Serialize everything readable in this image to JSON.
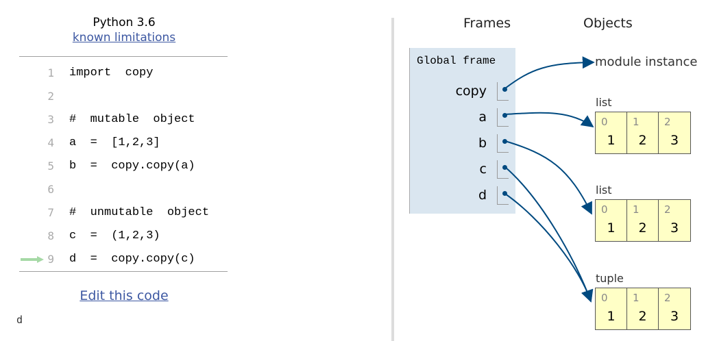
{
  "header": {
    "language": "Python 3.6",
    "limitations_link": "known limitations"
  },
  "code": {
    "lines": [
      {
        "num": "1",
        "text": "import  copy"
      },
      {
        "num": "2",
        "text": ""
      },
      {
        "num": "3",
        "text": "#  mutable  object"
      },
      {
        "num": "4",
        "text": "a  =  [1,2,3]"
      },
      {
        "num": "5",
        "text": "b  =  copy.copy(a)"
      },
      {
        "num": "6",
        "text": ""
      },
      {
        "num": "7",
        "text": "#  unmutable  object"
      },
      {
        "num": "8",
        "text": "c  =  (1,2,3)"
      },
      {
        "num": "9",
        "text": "d  =  copy.copy(c)"
      }
    ],
    "current_line": 9
  },
  "edit_link": "Edit this code",
  "stdout": "d",
  "viz": {
    "frames_header": "Frames",
    "objects_header": "Objects",
    "frame_title": "Global frame",
    "variables": [
      "copy",
      "a",
      "b",
      "c",
      "d"
    ],
    "module_label": "module instance",
    "objects": [
      {
        "label": "list",
        "indices": [
          "0",
          "1",
          "2"
        ],
        "values": [
          "1",
          "2",
          "3"
        ]
      },
      {
        "label": "list",
        "indices": [
          "0",
          "1",
          "2"
        ],
        "values": [
          "1",
          "2",
          "3"
        ]
      },
      {
        "label": "tuple",
        "indices": [
          "0",
          "1",
          "2"
        ],
        "values": [
          "1",
          "2",
          "3"
        ]
      }
    ]
  },
  "colors": {
    "link": "#3d58a2",
    "frame_bg": "#dae6f0",
    "heap_bg": "#ffffc6",
    "pointer": "#004a80",
    "current_line_arrow": "#a6d9a6"
  }
}
